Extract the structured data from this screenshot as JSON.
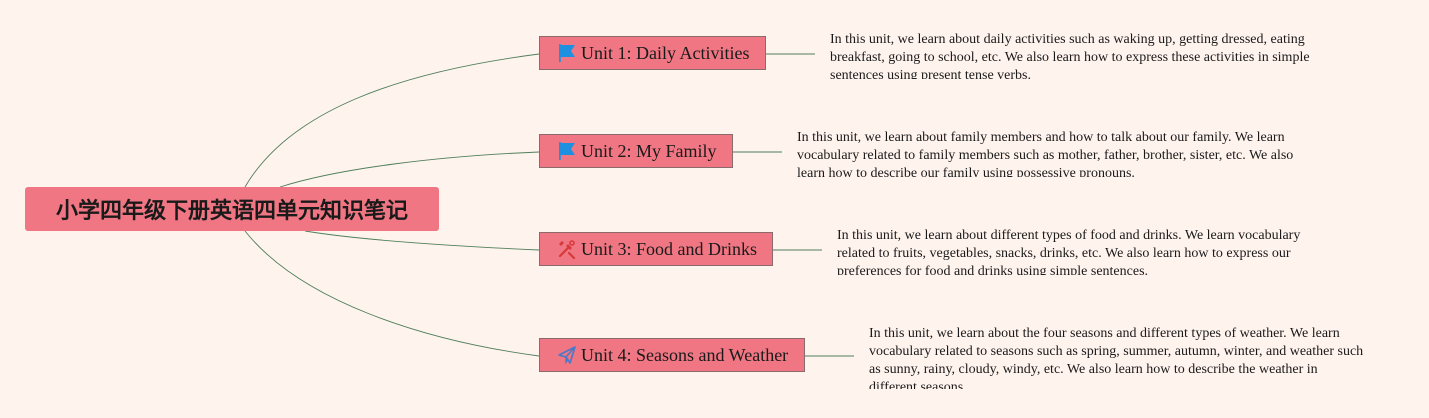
{
  "colors": {
    "background": "#fff3ee",
    "node_fill": "#ef7682",
    "connector": "#4f7f5a",
    "flag_icon": "#1e90e0",
    "tools_icon": "#d83a3a",
    "plane_icon": "#4a78c8"
  },
  "root": {
    "title": "小学四年级下册英语四单元知识笔记"
  },
  "units": [
    {
      "icon": "flag-icon",
      "label": "Unit 1: Daily Activities",
      "note": "In this unit, we learn about daily activities such as waking up, getting dressed, eating breakfast, going to school, etc. We also learn how to express these activities in simple sentences using present tense verbs."
    },
    {
      "icon": "flag-icon",
      "label": "Unit 2: My Family",
      "note": "In this unit, we learn about family members and how to talk about our family. We learn vocabulary related to family members such as mother, father, brother, sister, etc. We also learn how to describe our family using possessive pronouns."
    },
    {
      "icon": "tools-icon",
      "label": "Unit 3: Food and Drinks",
      "note": "In this unit, we learn about different types of food and drinks. We learn vocabulary related to fruits, vegetables, snacks, drinks, etc. We also learn how to express our preferences for food and drinks using simple sentences."
    },
    {
      "icon": "paper-plane-icon",
      "label": "Unit 4: Seasons and Weather",
      "note": "In this unit, we learn about the four seasons and different types of weather. We learn vocabulary related to seasons such as spring, summer, autumn, winter, and weather such as sunny, rainy, cloudy, windy, etc. We also learn how to describe the weather in different seasons."
    }
  ]
}
